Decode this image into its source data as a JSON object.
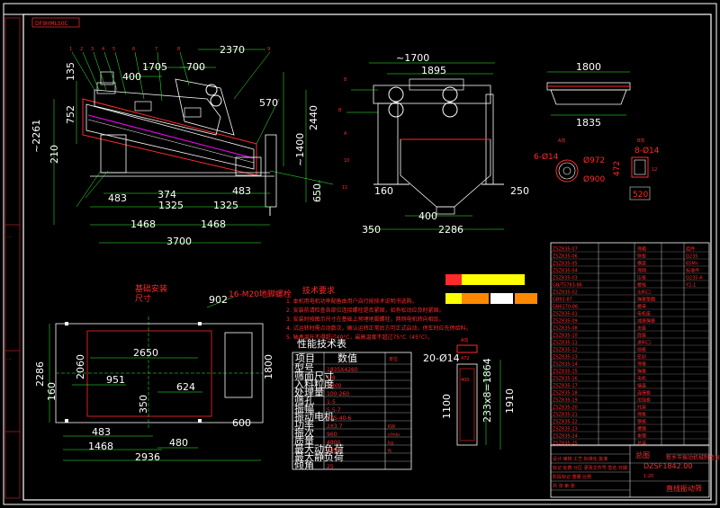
{
  "drawing_code": "DF9HMLS0C",
  "main_view_dims": {
    "d135": "135",
    "d400": "400",
    "d1705": "1705",
    "d700": "700",
    "d2370": "2370",
    "d752": "752",
    "d2261": "~2261",
    "d570": "570",
    "d2440": "2440",
    "d210": "210",
    "d1400": "~1400",
    "d650": "650",
    "d483a": "483",
    "d374": "374",
    "d483b": "483",
    "d1325a": "1325",
    "d1325b": "1325",
    "d1468a": "1468",
    "d1468b": "1468",
    "d3700": "3700"
  },
  "side_view_dims": {
    "d1700": "~1700",
    "d1895": "1895",
    "d160": "160",
    "d250": "250",
    "d400": "400",
    "d350": "350",
    "d2286": "2286"
  },
  "top_right_dims": {
    "d1800": "1800",
    "d1835": "1835"
  },
  "detail_labels": {
    "hole_a": "6-Ø14",
    "hole_b": "8-Ø14",
    "d972": "Ø972",
    "d900": "Ø900",
    "d472": "472",
    "d520": "520",
    "d12": "12",
    "label_a": "A向",
    "label_b": "B向"
  },
  "foundation_dims": {
    "d902": "902",
    "d2286": "2286",
    "d2650": "2650",
    "d2060": "2060",
    "d160": "160",
    "d951": "951",
    "d624": "624",
    "d350": "350",
    "d1800": "1800",
    "d600": "600",
    "d483": "483",
    "d1468": "1468",
    "d480": "480",
    "d2936": "2936"
  },
  "foundation_labels": {
    "title": "基础安装",
    "title2": "尺寸",
    "bolt_note": "16-M20地脚螺栓"
  },
  "tech_notes": {
    "title": "技术要求",
    "lines": [
      "1. 本机用电机功率配备由用户自行按技术说明书选购。",
      "2. 安装前请检查各部位连接螺栓是否紧固，如有松动应及时紧固。",
      "3. 安装时按图示尺寸在基础上预埋地脚螺栓，两侧电机转向相反。",
      "4. 试运转时需点动数次，确认运转正常后方可正式启动，停车时应先停给料。",
      "5. 轴承温升不得超过40°C，最高温度不超过75°C（45°C）。"
    ]
  },
  "perf_table": {
    "title": "性能技术表",
    "headers": [
      "项目",
      "数值",
      "单位"
    ],
    "rows": [
      [
        "型号",
        "1835X4260",
        ""
      ],
      [
        "筛面尺寸",
        "1.8",
        ""
      ],
      [
        "入料粒度",
        "<300",
        ""
      ],
      [
        "处理量",
        "100-260",
        ""
      ],
      [
        "筛孔",
        "1-5",
        ""
      ],
      [
        "振幅",
        "5.5-7",
        ""
      ],
      [
        "振动电机",
        "YZS-40-6",
        ""
      ],
      [
        "功率",
        "2X3.7",
        "KW"
      ],
      [
        "振次",
        "960",
        "r/min"
      ],
      [
        "质量",
        "4800",
        "kg"
      ],
      [
        "最大动负荷",
        "6850",
        "N"
      ],
      [
        "最大静负荷",
        "",
        ""
      ],
      [
        "倾角",
        "25",
        ""
      ]
    ]
  },
  "small_part_dims": {
    "header": "A向",
    "d472": "472",
    "hole": "20-Ø14",
    "d400": "400",
    "d1100": "1100",
    "d1664": "233x8=1864",
    "d1910": "1910"
  },
  "parts_list": {
    "codes": [
      "ZSZ835-07",
      "ZSZ835-06",
      "ZSZ835-05",
      "ZSZ835-04",
      "ZSZ835-03",
      "GB/T5783-86",
      "ZSZ835-02",
      "GB93-87",
      "GB6170-86",
      "ZSZ835-01",
      "ZSZ835-09",
      "ZSZ835-08",
      "ZSZ835-10",
      "ZSZ835-11",
      "ZSZ835-12",
      "ZSZ835-13",
      "ZSZ835-14",
      "ZSZ835-15",
      "ZSZ835-16",
      "ZSZ835-17",
      "ZSZ835-18",
      "ZSZ835-19",
      "ZSZ835-20",
      "ZSZ835-21",
      "ZSZ835-22",
      "ZSZ835-23",
      "ZSZ835-24",
      "ZSZ835-25"
    ],
    "names": [
      "筛箱",
      "侧板",
      "横梁",
      "筛网",
      "压板",
      "螺栓",
      "出料口",
      "弹簧垫圈",
      "螺母",
      "电机座",
      "减振弹簧",
      "支座",
      "底座",
      "进料口",
      "挡板",
      "密封",
      "筛框",
      "弹簧",
      "电机",
      "端盖",
      "连接板",
      "加强板",
      "托架",
      "筛板",
      "钢板",
      "槽钢",
      "角钢",
      "总装"
    ],
    "extras": [
      "组件",
      "Q235",
      "65Mn",
      "标准件",
      "Q235-A",
      "Y2-1"
    ]
  },
  "title_block": {
    "company": "新乡市振动机械制造有限公司",
    "drawing_no": "DZSF1842.00",
    "name": "直线振动筛",
    "assembly": "总图",
    "scale": "1:20",
    "row1": "设计 审核 工艺 标准化 批准",
    "row2": "标记 处数 分区 更改文件号 签名 日期",
    "row3": "阶段标记 重量 比例",
    "row4": "共 张 第 张"
  },
  "colors": {
    "outline": "#ffffff",
    "body": "#ff2a2a",
    "accent": "#ff00ff",
    "dim_line": "#33ff33",
    "hatch_cyan": "#00ffff",
    "legend_yellow": "#ffff00",
    "legend_orange": "#ff8800"
  }
}
